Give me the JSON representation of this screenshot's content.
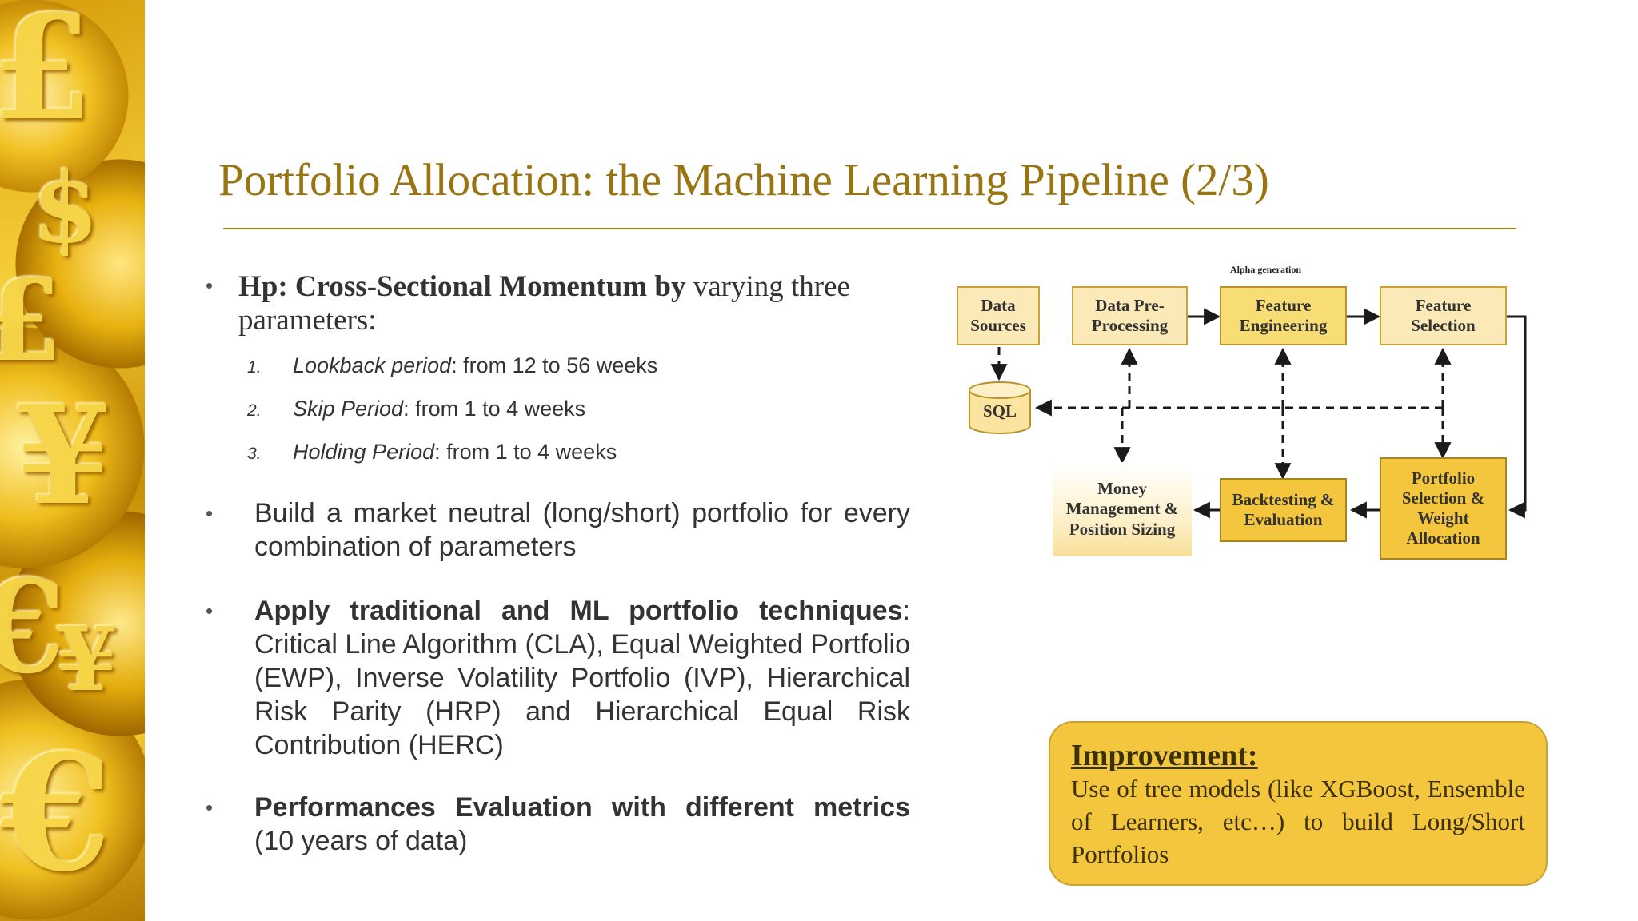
{
  "slide": {
    "title": "Portfolio Allocation: the Machine Learning Pipeline (2/3)"
  },
  "bullets": {
    "b1": {
      "bold": "Hp: Cross-Sectional Momentum by",
      "rest": " varying three parameters:"
    },
    "subs": [
      {
        "num": "1.",
        "name": "Lookback period",
        "rest": ": from 12 to 56 weeks"
      },
      {
        "num": "2.",
        "name": "Skip Period",
        "rest": ": from 1 to 4 weeks"
      },
      {
        "num": "3.",
        "name": "Holding Period",
        "rest": ": from 1 to 4 weeks"
      }
    ],
    "b2": {
      "text": "Build a market neutral (long/short) portfolio for every combination of parameters"
    },
    "b3": {
      "bold": "Apply traditional and ML portfolio techniques",
      "rest": ": Critical Line Algorithm (CLA), Equal Weighted Portfolio (EWP), Inverse Volatility Portfolio (IVP), Hierarchical Risk Parity (HRP) and Hierarchical Equal Risk Contribution (HERC)"
    },
    "b4": {
      "bold": "Performances Evaluation with different metrics",
      "rest": " (10 years of data)"
    },
    "dot": "•"
  },
  "diagram": {
    "alpha_label": "Alpha generation",
    "data_sources": "Data Sources",
    "data_preprocessing": "Data Pre-Processing",
    "feature_engineering": "Feature Engineering",
    "feature_selection": "Feature Selection",
    "sql": "SQL",
    "money_management": "Money Management & Position Sizing",
    "backtesting": "Backtesting & Evaluation",
    "portfolio_selection": "Portfolio Selection & Weight Allocation"
  },
  "improvement": {
    "heading": "Improvement:",
    "body": "Use of tree models (like XGBoost, Ensemble of Learners, etc…) to build Long/Short Portfolios"
  },
  "colors": {
    "title": "#9a7411",
    "box_gold": "#f4c63e",
    "box_light": "#fbeab8"
  }
}
